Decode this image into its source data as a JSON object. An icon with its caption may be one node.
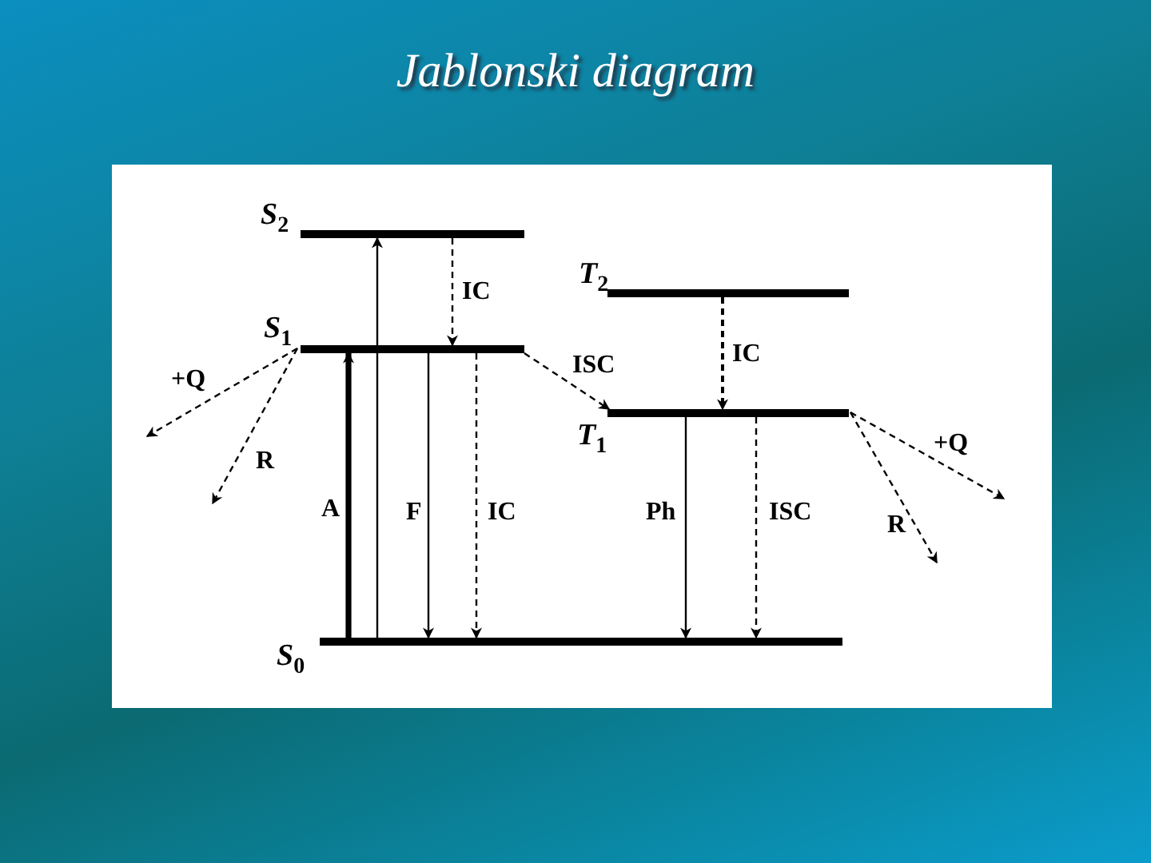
{
  "diagram": {
    "title": "Jablonski diagram",
    "nodes": [
      {
        "text": [
          "S$_{2}$"
        ]
      },
      {
        "text": [
          "T$_{2}$"
        ]
      },
      {
        "text": [
          "S$_{1}$"
        ]
      },
      {
        "text": [
          "T$_{1}$"
        ]
      },
      {
        "text": [
          "S$_{0}$"
        ]
      }
    ],
    "edges": [
      {
        "from": 4,
        "to": 2,
        "arrow": "to",
        "label": "A",
        "style": "thick"
      },
      {
        "from": 4,
        "to": 0,
        "arrow": "to"
      },
      {
        "from": 0,
        "to": 2,
        "arrow": "to",
        "label": "IC",
        "style": "dashed"
      },
      {
        "from": 2,
        "to": 4,
        "arrow": "to",
        "label": "F"
      },
      {
        "from": 2,
        "to": 4,
        "arrow": "to",
        "label": "IC",
        "style": "dashed"
      },
      {
        "from": 2,
        "to": 3,
        "arrow": "to",
        "label": "ISC",
        "style": "dashed"
      },
      {
        "from": 2,
        "to": null,
        "arrow": "to",
        "label": "+Q",
        "style": "dashed"
      },
      {
        "from": 2,
        "to": null,
        "arrow": "to",
        "label": "R",
        "style": "dashed"
      },
      {
        "from": 1,
        "to": 3,
        "arrow": "to",
        "label": "IC",
        "style": "dashed"
      },
      {
        "from": 3,
        "to": 4,
        "arrow": "to",
        "label": "Ph"
      },
      {
        "from": 3,
        "to": 4,
        "arrow": "to",
        "label": "ISC",
        "style": "dashed"
      },
      {
        "from": 3,
        "to": null,
        "arrow": "to",
        "label": "+Q",
        "style": "dashed"
      },
      {
        "from": 3,
        "to": null,
        "arrow": "to",
        "label": "R",
        "style": "dashed"
      }
    ]
  }
}
